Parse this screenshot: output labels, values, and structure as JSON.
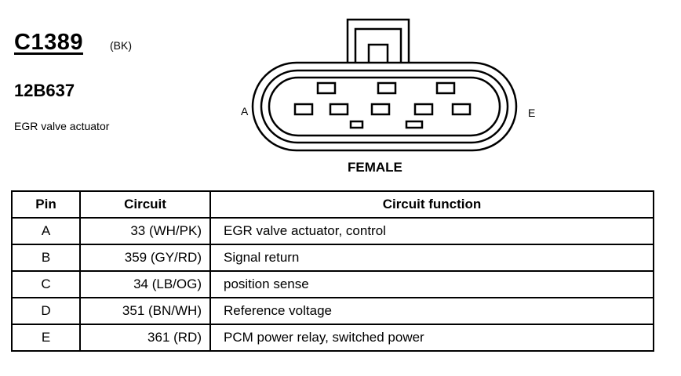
{
  "header": {
    "connector_id": "C1389",
    "color_code": "(BK)",
    "part_number": "12B637",
    "component_name": "EGR valve actuator"
  },
  "connector": {
    "pin_label_left": "A",
    "pin_label_right": "E",
    "gender": "FEMALE"
  },
  "table": {
    "headers": [
      "Pin",
      "Circuit",
      "Circuit function"
    ],
    "rows": [
      {
        "pin": "A",
        "circuit": "33 (WH/PK)",
        "function": "EGR valve actuator, control"
      },
      {
        "pin": "B",
        "circuit": "359 (GY/RD)",
        "function": "Signal return"
      },
      {
        "pin": "C",
        "circuit": "34 (LB/OG)",
        "function": "position sense"
      },
      {
        "pin": "D",
        "circuit": "351 (BN/WH)",
        "function": "Reference voltage"
      },
      {
        "pin": "E",
        "circuit": "361 (RD)",
        "function": "PCM power relay, switched power"
      }
    ]
  }
}
